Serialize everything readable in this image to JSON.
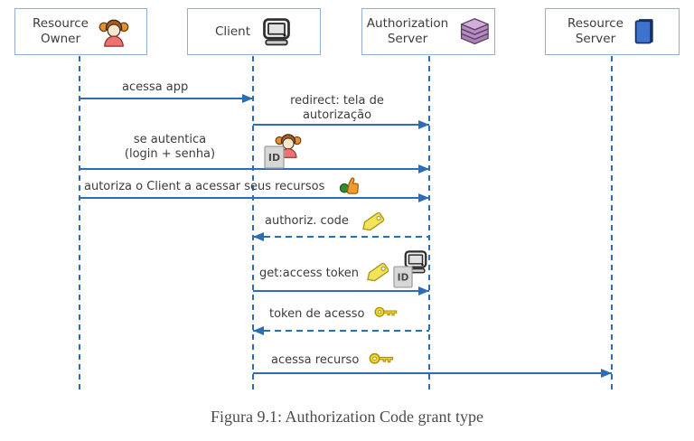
{
  "figure": {
    "caption": "Figura 9.1: Authorization Code grant type"
  },
  "colors": {
    "arrow": "#2e6db4",
    "lifeline": "#2e6db4",
    "box_border": "#93afd4",
    "text": "#3c3c3c",
    "caption": "#4c4c4c"
  },
  "icons": {
    "id_label": "ID"
  },
  "actors": [
    {
      "name": "Resource\nOwner",
      "icon": "girl-icon"
    },
    {
      "name": "Client",
      "icon": "computer-icon"
    },
    {
      "name": "Authorization\nServer",
      "icon": "database-icon"
    },
    {
      "name": "Resource\nServer",
      "icon": "book-icon"
    }
  ],
  "messages": [
    {
      "label": "acessa app",
      "from": "Resource Owner",
      "to": "Client",
      "style": "solid"
    },
    {
      "label": "redirect: tela de\nautorização",
      "from": "Client",
      "to": "Authorization Server",
      "style": "solid"
    },
    {
      "label": "se autentica\n(login + senha)",
      "from": "Resource Owner",
      "to": "Authorization Server",
      "style": "solid",
      "icon": "id-card-user-icon"
    },
    {
      "label": "autoriza o Client a acessar seus recursos",
      "from": "Resource Owner",
      "to": "Authorization Server",
      "style": "solid",
      "icon": "thumbs-up-icon"
    },
    {
      "label": "authoriz. code",
      "from": "Authorization Server",
      "to": "Client",
      "style": "dashed",
      "icon": "tag-icon"
    },
    {
      "label": "get:access token",
      "from": "Client",
      "to": "Authorization Server",
      "style": "solid",
      "icon": "tag-icon, id-card-client-icon"
    },
    {
      "label": "token de acesso",
      "from": "Authorization Server",
      "to": "Client",
      "style": "dashed",
      "icon": "key-icon"
    },
    {
      "label": "acessa recurso",
      "from": "Client",
      "to": "Resource Server",
      "style": "solid",
      "icon": "key-icon"
    }
  ]
}
